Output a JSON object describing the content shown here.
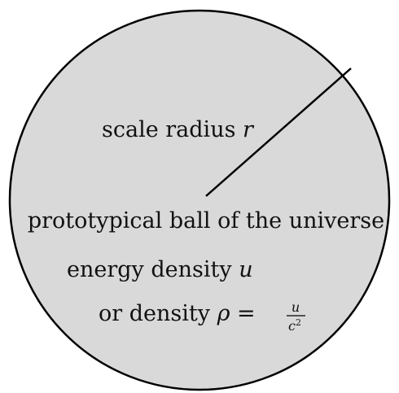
{
  "diagram": {
    "radius_label": {
      "text": "scale radius ",
      "symbol": "r"
    },
    "ball_label": "prototypical ball of the universe",
    "energy_label": {
      "text": "energy density ",
      "symbol": "u"
    },
    "density_label": {
      "prefix": "or density ",
      "symbol": "ρ",
      "equals": " = ",
      "numerator": "u",
      "denominator": "c",
      "exponent": "2"
    },
    "colors": {
      "fill": "#d9d9d9",
      "stroke": "#000000"
    }
  }
}
